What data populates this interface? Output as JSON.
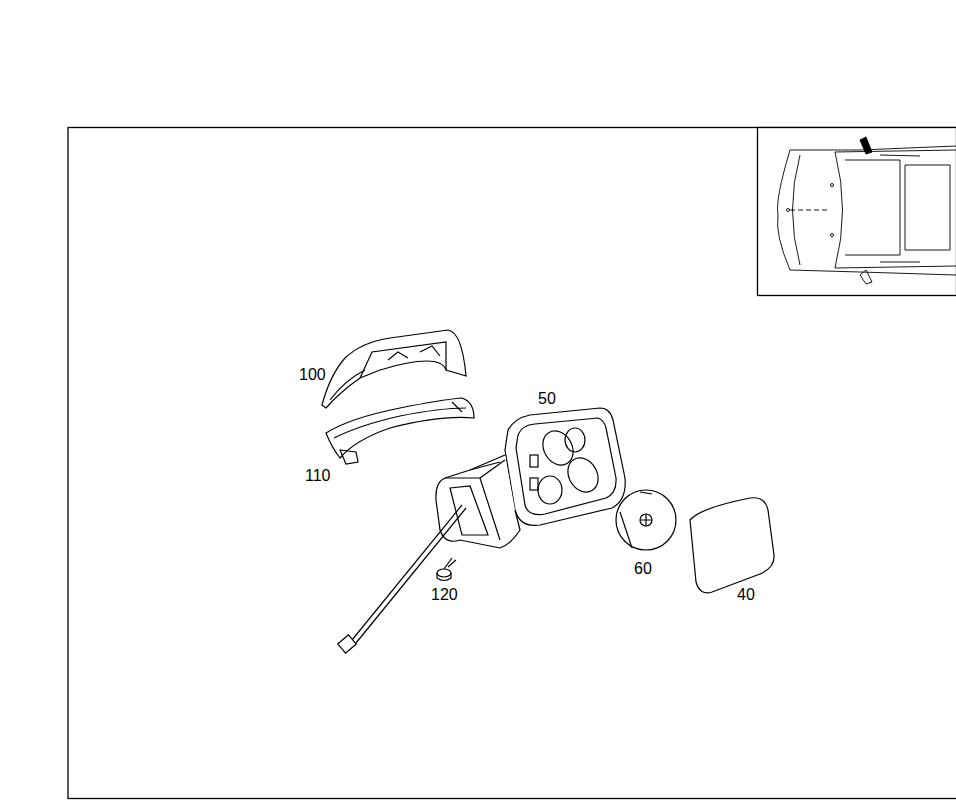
{
  "diagram": {
    "labels": [
      "100",
      "110",
      "50",
      "60",
      "120",
      "40"
    ]
  }
}
